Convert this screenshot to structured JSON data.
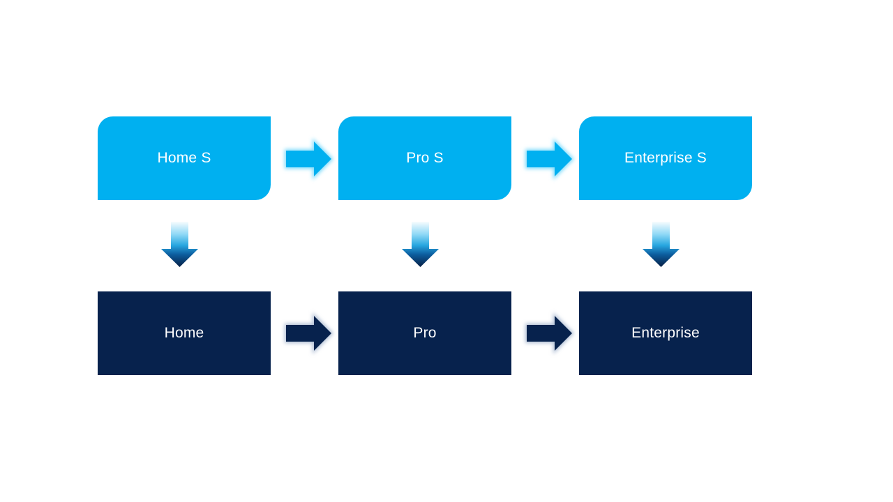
{
  "colors": {
    "canvas_bg": "#FFFFFF",
    "light_blue": "#00B0F0",
    "light_blue_glow": "#7FDBFB",
    "dark_navy": "#07224D",
    "dark_navy_glow": "#AEBDD3",
    "text_white": "#FFFFFF",
    "down_grad_0": "#F7FCFE",
    "down_grad_1": "#8ED8F6",
    "down_grad_2": "#28A7E0",
    "down_grad_3": "#0C5EA0",
    "down_grad_4": "#071F44"
  },
  "icons": {
    "right_arrow": "right-arrow-icon",
    "down_arrow": "down-arrow-icon"
  },
  "diagram": {
    "columns": [
      {
        "top_label": "Home S",
        "bottom_label": "Home"
      },
      {
        "top_label": "Pro S",
        "bottom_label": "Pro"
      },
      {
        "top_label": "Enterprise S",
        "bottom_label": "Enterprise"
      }
    ]
  }
}
